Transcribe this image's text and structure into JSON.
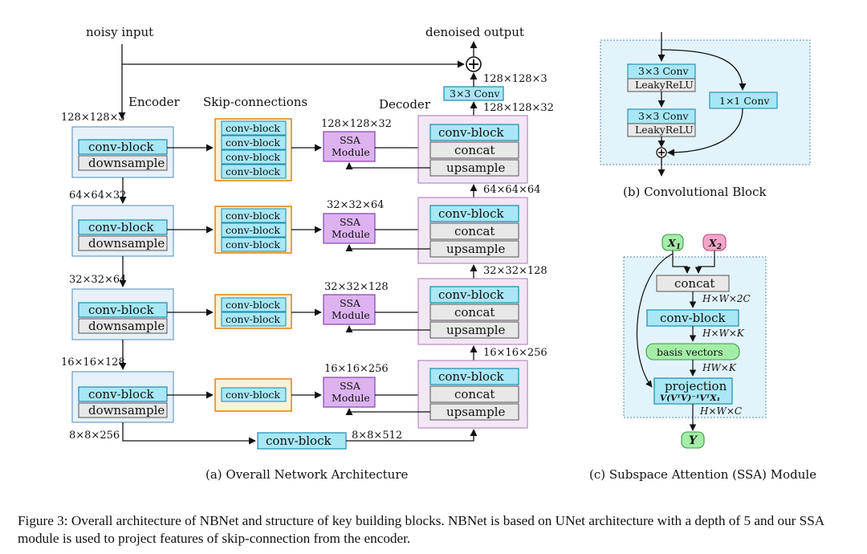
{
  "labels": {
    "noisy_input": "noisy input",
    "denoised_output": "denoised output",
    "encoder": "Encoder",
    "skip_connections": "Skip-connections",
    "decoder": "Decoder",
    "plus": "+"
  },
  "blocks": {
    "conv_block": "conv-block",
    "downsample": "downsample",
    "concat": "concat",
    "upsample": "upsample",
    "ssa_line1": "SSA",
    "ssa_line2": "Module",
    "conv3x3_out": "3×3 Conv"
  },
  "dims": {
    "in": "128×128×3",
    "enc1": "64×64×32",
    "enc2": "32×32×64",
    "enc3": "16×16×128",
    "enc4": "8×8×256",
    "bottleneck_out": "8×8×512",
    "ssa1": "128×128×32",
    "ssa2": "32×32×64",
    "ssa3": "32×32×128",
    "ssa4": "16×16×256",
    "dec_out1": "128×128×32",
    "dec_out2": "64×64×64",
    "dec_out3": "32×32×128",
    "dec_out4": "16×16×256",
    "final": "128×128×3"
  },
  "conv_block_panel": {
    "conv3x3": "3×3 Conv",
    "leaky": "LeakyReLU",
    "conv1x1": "1×1 Conv",
    "plus": "+"
  },
  "ssa_panel": {
    "x1": "X",
    "x1_sub": "1",
    "x2": "X",
    "x2_sub": "2",
    "concat": "concat",
    "dim1": "H×W×2C",
    "conv_block": "conv-block",
    "dim2": "H×W×K",
    "basis": "basis vectors",
    "dim3": "HW×K",
    "projection": "projection",
    "formula": "V(VᵀV)⁻¹VᵀX₁",
    "dim4": "H×W×C",
    "y": "Y"
  },
  "captions": {
    "a": "(a) Overall Network Architecture",
    "b": "(b) Convolutional Block",
    "c": "(c) Subspace Attention (SSA) Module"
  },
  "figure_caption": "Figure 3: Overall architecture of NBNet and structure of key building blocks. NBNet is based on UNet architecture with a depth of 5 and our SSA module is used to project features of skip-connection from the encoder."
}
